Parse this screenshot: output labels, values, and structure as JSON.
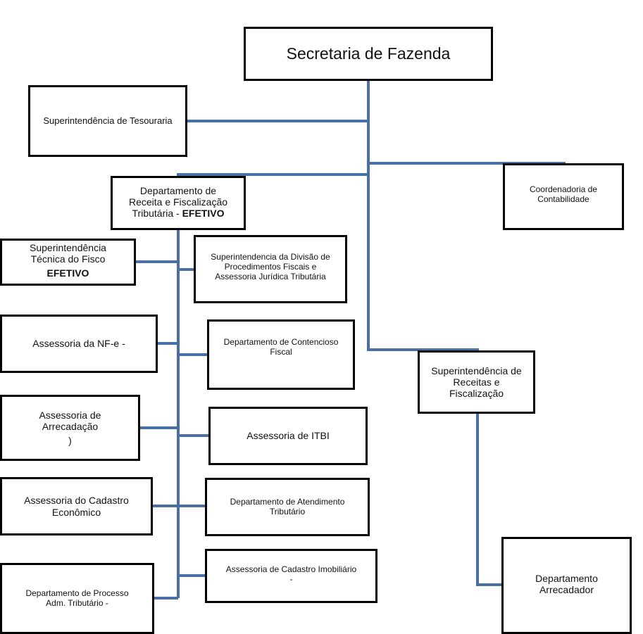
{
  "diagram": {
    "type": "org-chart",
    "line_color": "#4a6fa5",
    "nodes": {
      "secretaria": {
        "text": "Secretaria de Fazenda"
      },
      "tesouraria": {
        "text": "Superintendência de Tesouraria"
      },
      "receita_fiscalizacao": {
        "line1": "Departamento  de",
        "line2": "Receita e Fiscalização",
        "line3": "Tributária - ",
        "bold": "EFETIVO"
      },
      "contabilidade": {
        "line1": "Coordenadoria de",
        "line2": "Contabilidade"
      },
      "tecnica_fisco": {
        "line1": "Superintendência",
        "line2": "Técnica do Fisco",
        "bold": "EFETIVO"
      },
      "divisao_procedimentos": {
        "line1": "Superintendencia  da Divisão de",
        "line2": "Procedimentos Fiscais e",
        "line3": "Assessoria Jurídica Tributária"
      },
      "nfe": {
        "text": "Assessoria da NF-e -"
      },
      "contencioso": {
        "line1": "Departamento de Contencioso",
        "line2": "Fiscal"
      },
      "arrecadacao": {
        "line1": "Assessoria de",
        "line2": "Arrecadação",
        "line3": ")"
      },
      "itbi": {
        "text": "Assessoria de ITBI"
      },
      "cadastro_economico": {
        "line1": "Assessoria do Cadastro",
        "line2": "Econômico"
      },
      "atendimento": {
        "line1": "Departamento de Atendimento",
        "line2": "Tributário"
      },
      "processo_adm": {
        "line1": "Departamento de Processo",
        "line2": "Adm. Tributário -"
      },
      "cadastro_imobiliario": {
        "line1": "Assessoria de Cadastro Imobiliário",
        "line2": "-"
      },
      "receitas_fiscalizacao": {
        "line1": "Superintendência de",
        "line2": "Receitas e",
        "line3": "Fiscalização"
      },
      "arrecadador": {
        "line1": "Departamento",
        "line2": "Arrecadador"
      }
    }
  }
}
